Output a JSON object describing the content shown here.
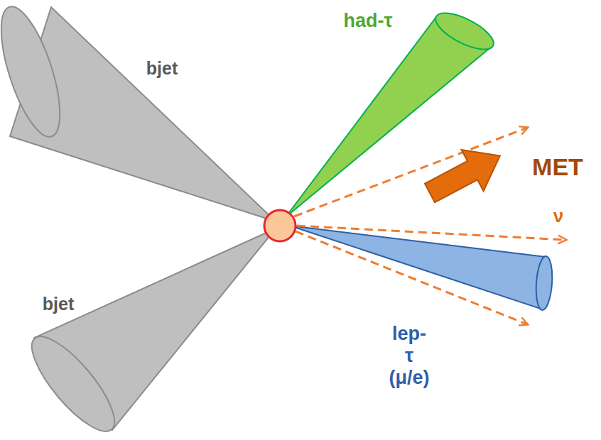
{
  "diagram": {
    "labels": [
      "had-τ",
      "bjet",
      "MET",
      "ν",
      "bjet",
      "lep-τ (μ/e)"
    ]
  }
}
